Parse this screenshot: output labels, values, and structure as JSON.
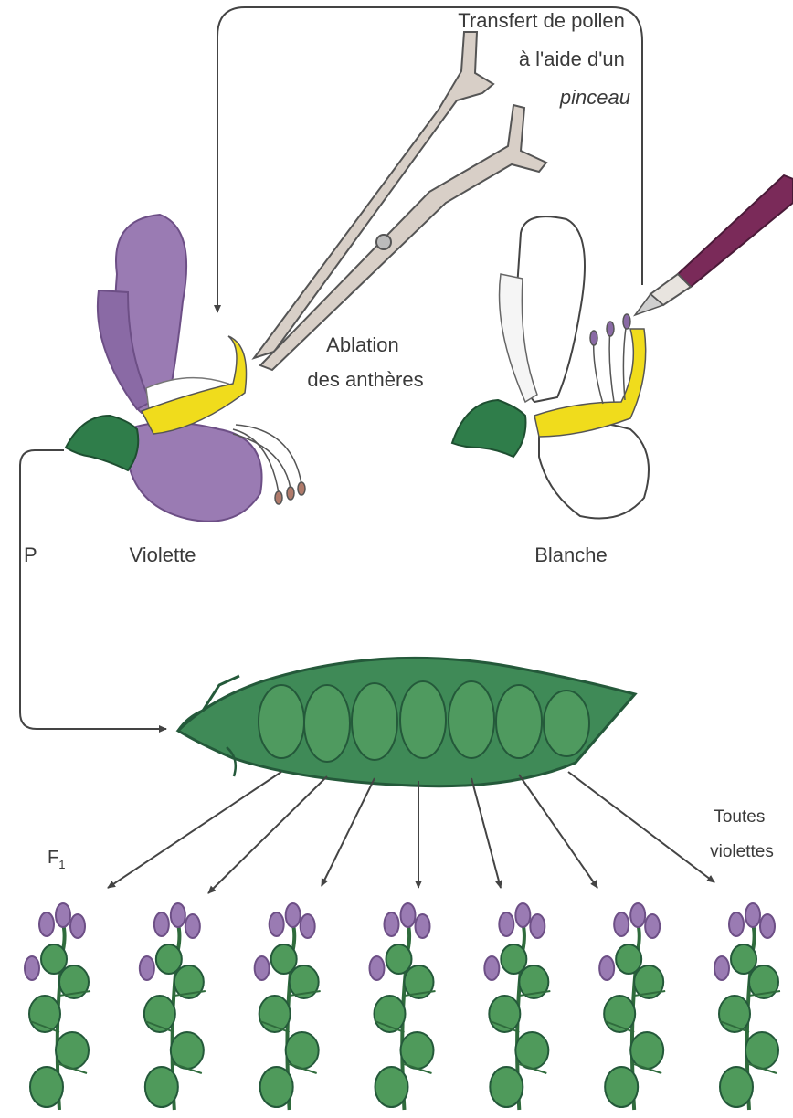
{
  "labels": {
    "pollen_transfer": [
      "Transfert de pollen",
      "à l'aide d'un",
      "pinceau"
    ],
    "ablation": [
      "Ablation",
      "des anthères"
    ],
    "parent_generation": "P",
    "violet_flower": "Violette",
    "white_flower": "Blanche",
    "f1_letter": "F",
    "f1_subscript": "1",
    "all_violet": [
      "Toutes",
      "violettes"
    ]
  },
  "colors": {
    "violet_petal": "#9a7bb3",
    "violet_dark": "#6d4f86",
    "white_petal": "#ffffff",
    "stamen_yellow": "#f0dc1c",
    "sepal_green": "#2f7d4a",
    "pod_green": "#3f8a57",
    "pod_dark": "#24593a",
    "leaf_green": "#4f9a5b",
    "brush_handle": "#7a2a59",
    "line": "#444444"
  },
  "offspring": {
    "count": 7,
    "flower_color": "violet"
  }
}
